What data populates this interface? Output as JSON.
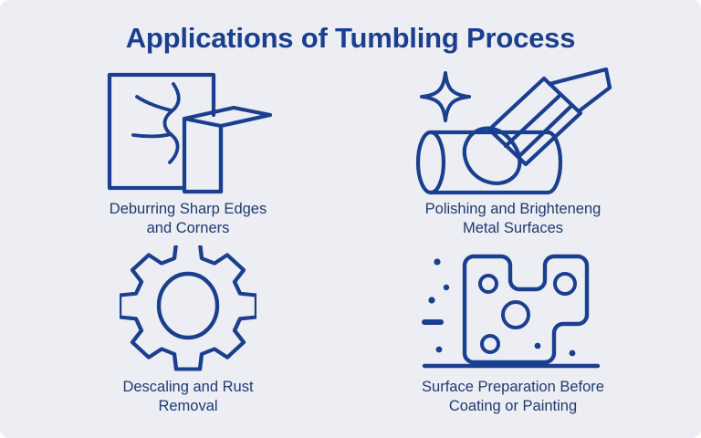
{
  "theme": {
    "background_color": "#eceef4",
    "title_color": "#1b3f8f",
    "caption_color": "#1f3a6e",
    "icon_stroke_color": "#1b3f8f"
  },
  "header": {
    "title": "Applications of Tumbling Process"
  },
  "items": [
    {
      "icon": "deburring-plate-and-cube-icon",
      "caption": "Deburring Sharp Edges\nand Corners",
      "caption_line_1": "Deburring Sharp Edges",
      "caption_line_2": "and Corners"
    },
    {
      "icon": "polishing-tool-on-cylinder-icon",
      "caption": "Polishing and Brighteneng\nMetal Surfaces",
      "caption_line_1": "Polishing and Brighteneng",
      "caption_line_2": "Metal Surfaces"
    },
    {
      "icon": "gear-icon",
      "caption": "Descaling and Rust\nRemoval",
      "caption_line_1": "Descaling and Rust",
      "caption_line_2": "Removal"
    },
    {
      "icon": "notched-metal-plate-with-holes-icon",
      "caption": "Surface Preparation Before\nCoating or Painting",
      "caption_line_1": "Surface Preparation Before",
      "caption_line_2": "Coating or Painting"
    }
  ]
}
